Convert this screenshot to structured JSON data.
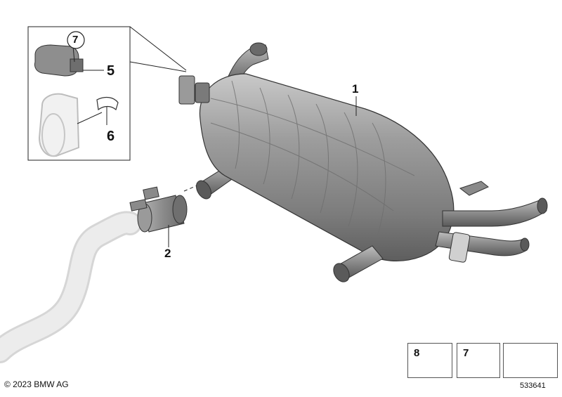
{
  "callouts": {
    "c1": "1",
    "c2": "2",
    "c5": "5",
    "c6": "6",
    "c7_circled": "7"
  },
  "legend": {
    "item_8": "8",
    "item_7": "7"
  },
  "footer": {
    "copyright": "© 2023 BMW AG",
    "diagram_id": "533641"
  },
  "icons": [
    "hex-nut-icon",
    "bolt-icon",
    "direction-arrow-icon"
  ],
  "colors": {
    "muffler_fill": "#8f8f8f",
    "pipe_ghost": "#e6e6e6",
    "line": "#222222"
  }
}
